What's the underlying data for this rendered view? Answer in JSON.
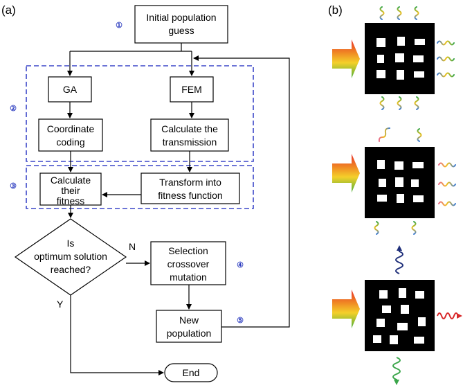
{
  "panel_labels": {
    "a": "(a)",
    "b": "(b)"
  },
  "step_markers": [
    "①",
    "②",
    "③",
    "④",
    "⑤"
  ],
  "flowchart": {
    "initial": [
      "Initial population",
      "guess"
    ],
    "ga": "GA",
    "fem": "FEM",
    "coordinate": [
      "Coordinate",
      "coding"
    ],
    "transmission": [
      "Calculate the",
      "transmission"
    ],
    "fitness": [
      "Calculate",
      "their",
      "fitness"
    ],
    "transform": [
      "Transform into",
      "fitness function"
    ],
    "decision": [
      "Is",
      "optimum solution",
      "reached?"
    ],
    "selection": [
      "Selection",
      "crossover",
      "mutation"
    ],
    "new_population": [
      "New",
      "population"
    ],
    "end": "End",
    "branch_no": "N",
    "branch_yes": "Y"
  },
  "colors": {
    "dashed_region": "#3b46c8",
    "marker": "#2f3fc0",
    "input_arrow_top": "#e8302a",
    "input_arrow_bottom": "#4caf3a"
  }
}
